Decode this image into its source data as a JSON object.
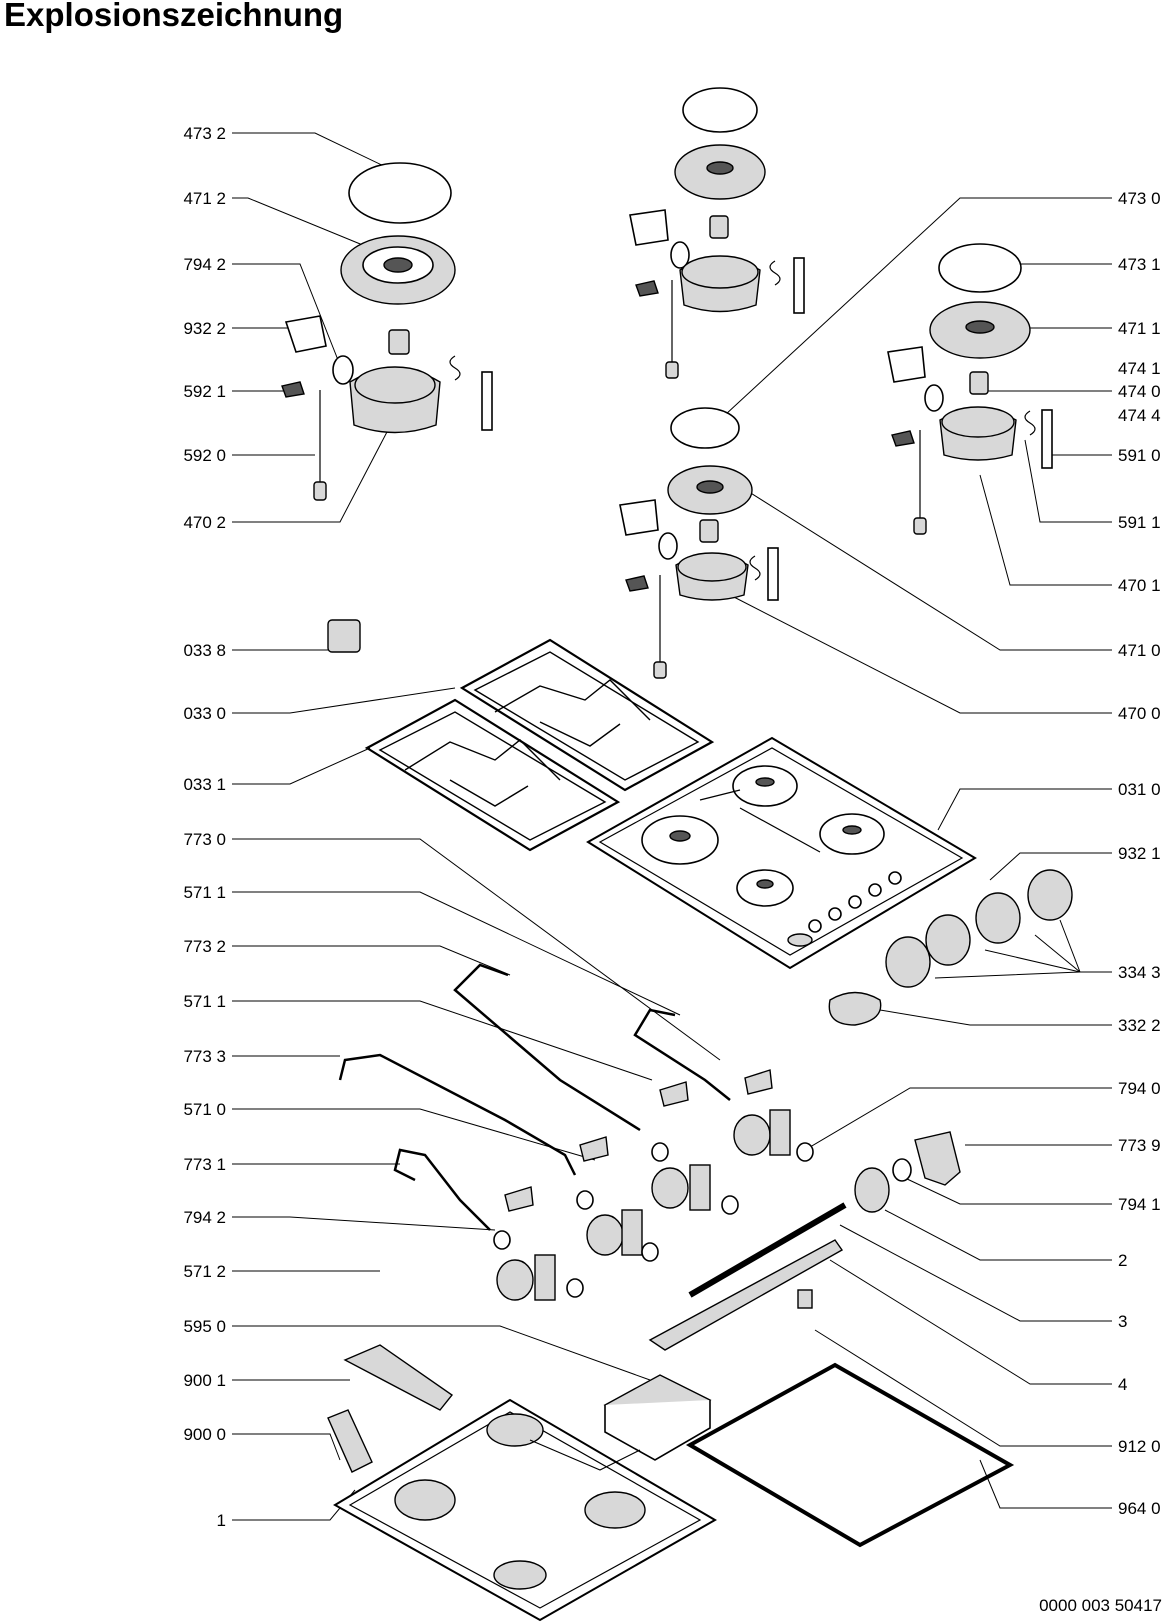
{
  "title": "Explosionszeichnung",
  "document_code": "0000 003 50417",
  "labels_left": [
    "473 2",
    "471 2",
    "794 2",
    "932 2",
    "592 1",
    "592 0",
    "470 2",
    "033 8",
    "033 0",
    "033 1",
    "773 0",
    "571 1",
    "773  2",
    "571 1",
    "773 3",
    "571 0",
    "773 1",
    "794 2",
    "571 2",
    "595 0",
    "900 1",
    "900 0",
    "1"
  ],
  "labels_right": [
    "473 0",
    "473 1",
    "471 1",
    "474 1",
    "474 0",
    "474 4",
    "591 0",
    "591 1",
    "470 1",
    "471 0",
    "470 0",
    "031 0",
    "932 1",
    "334 3",
    "332 2",
    "794 0",
    "773 9",
    "794 1",
    "2",
    "3",
    "4",
    "912 0",
    "964 0"
  ]
}
